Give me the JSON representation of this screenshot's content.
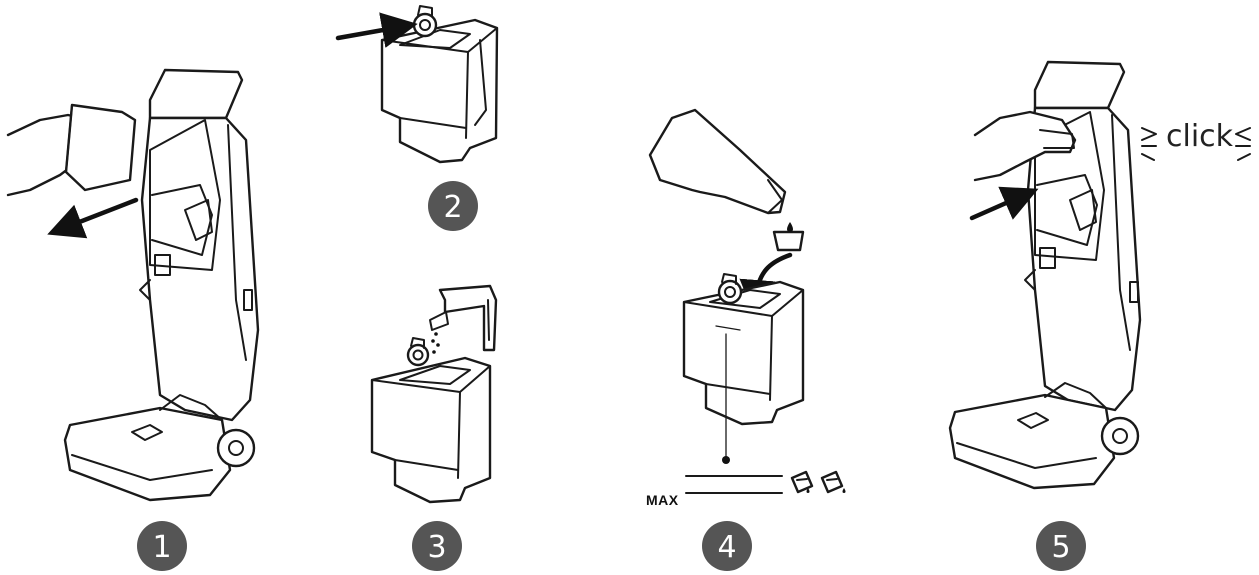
{
  "steps": [
    {
      "number": "1"
    },
    {
      "number": "2"
    },
    {
      "number": "3"
    },
    {
      "number": "4"
    },
    {
      "number": "5"
    }
  ],
  "max_label": "MAX",
  "click_label": "click",
  "colors": {
    "badge": "#555555",
    "outline": "#1a1a1a",
    "background": "#ffffff"
  }
}
